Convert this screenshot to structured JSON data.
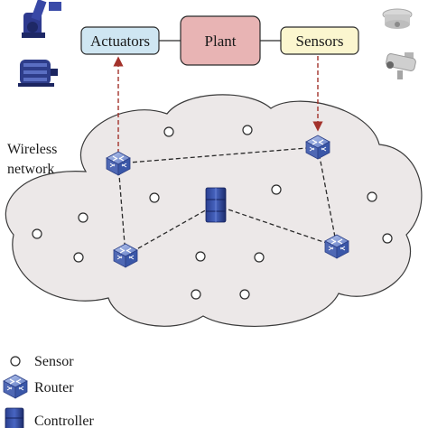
{
  "blocks": {
    "actuators": "Actuators",
    "plant": "Plant",
    "sensors": "Sensors"
  },
  "network": {
    "label_line1": "Wireless",
    "label_line2": "network"
  },
  "legend": {
    "sensor": "Sensor",
    "router": "Router",
    "controller": "Controller"
  },
  "colors": {
    "actuators_fill": "#cfe6f2",
    "plant_fill": "#e8b4b4",
    "sensors_fill": "#fbf6cf",
    "cloud_fill": "#ece8e8",
    "arrow_red": "#a3322b",
    "router_blue": "#3a57a8"
  },
  "icons": [
    "robot-arm-icon",
    "motor-icon",
    "smoke-detector-icon",
    "security-camera-icon"
  ]
}
